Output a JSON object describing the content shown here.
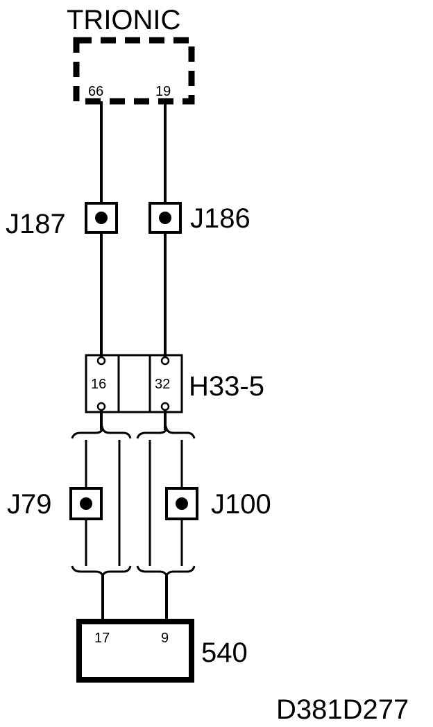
{
  "modules": {
    "trionic": {
      "title": "TRIONIC",
      "pin_a": "66",
      "pin_b": "19"
    },
    "module_540": {
      "title": "540",
      "pin_a": "17",
      "pin_b": "9"
    }
  },
  "splices": {
    "j187": "J187",
    "j186": "J186",
    "j79": "J79",
    "j100": "J100"
  },
  "connector_h33_5": {
    "title": "H33-5",
    "pin_a": "16",
    "pin_b": "32"
  },
  "diagram_id": "D381D277",
  "colors": {
    "line": "#000000",
    "background": "#ffffff"
  }
}
